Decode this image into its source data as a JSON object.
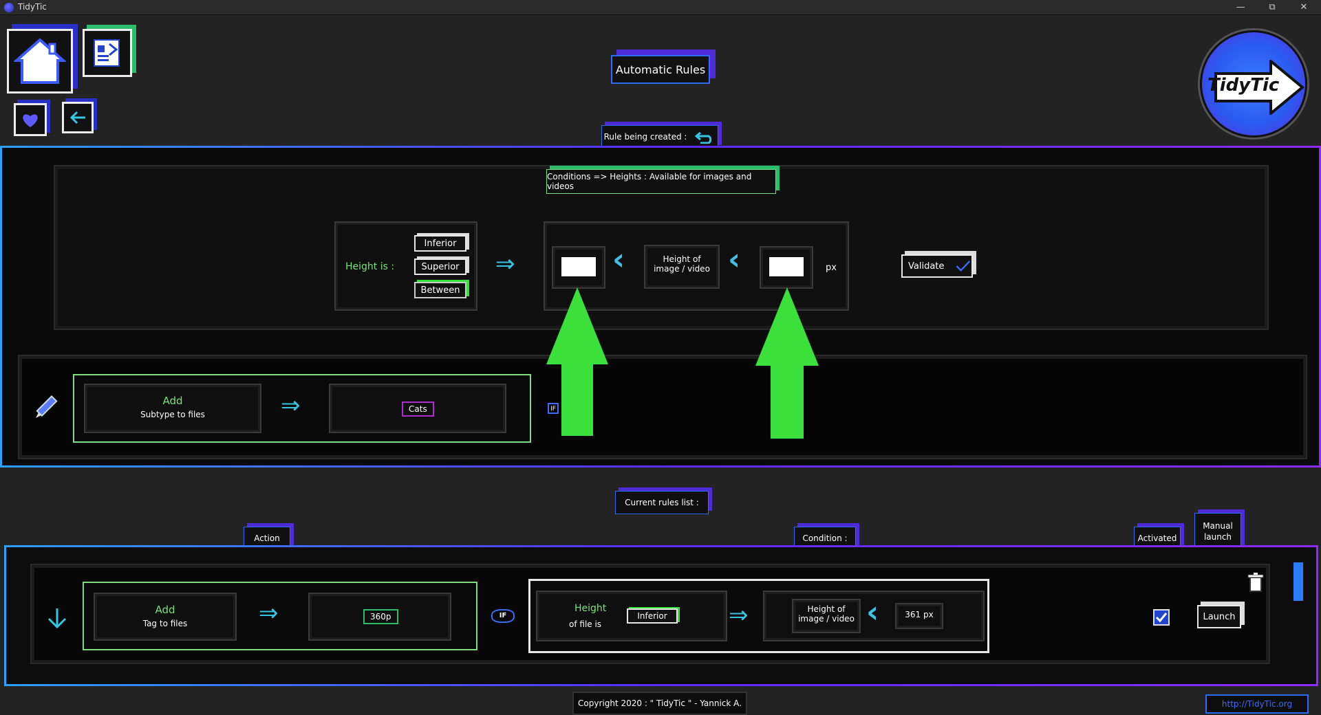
{
  "window": {
    "title": "TidyTic"
  },
  "header": {
    "page_title": "Automatic Rules",
    "rule_being_created": "Rule being created :",
    "logo_text": "TidyTic"
  },
  "conditions": {
    "title": "Conditions => Heights : Available for images and videos",
    "height_is": "Height is :",
    "options": [
      "Inferior",
      "Superior",
      "Between"
    ],
    "middle_label_1": "Height of",
    "middle_label_2": "image / video",
    "unit": "px",
    "min_value": "",
    "max_value": "",
    "validate": "Validate"
  },
  "action_builder": {
    "add": "Add",
    "subtype": "Subtype to files",
    "value": "Cats",
    "if_badge": "IF"
  },
  "rules_list": {
    "title": "Current rules list :",
    "col_action": "Action",
    "col_condition": "Condition :",
    "col_activated": "Activated",
    "col_manual_1": "Manual",
    "col_manual_2": "launch",
    "rule": {
      "add": "Add",
      "action": "Tag to files",
      "value": "360p",
      "if_badge": "IF",
      "cond_1": "Height",
      "cond_2": "of file is",
      "cond_op": "Inferior",
      "mid_1": "Height of",
      "mid_2": "image / video",
      "limit": "361 px",
      "launch": "Launch"
    }
  },
  "footer": {
    "copyright": "Copyright 2020 : \" TidyTic \" - Yannick A.",
    "link": "http://TidyTic.org"
  },
  "colors": {
    "accent_blue": "#2c6bff",
    "accent_purple": "#6a2ae6",
    "green": "#3be03b"
  }
}
